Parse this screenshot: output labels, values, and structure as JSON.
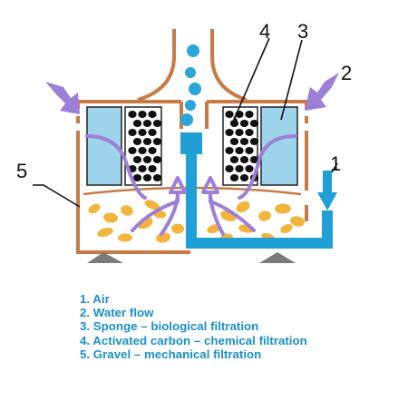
{
  "labels": [
    "1",
    "2",
    "3",
    "4",
    "5"
  ],
  "legend": [
    "1. Air",
    "2. Water flow",
    "3. Sponge – biological filtration",
    "4. Activated carbon – chemical filtration",
    "5. Gravel – mechanical filtration"
  ],
  "colors": {
    "housing": "#c87a45",
    "air": "#1f9fd6",
    "bubbles": "#2aa6d9",
    "water_flow": "#9c7fd6",
    "sponge": "#9ed3ec",
    "carbon": "#111111",
    "gravel": "#f2b43a",
    "base": "#7a7a7a",
    "legend_text": "#1a8fc9"
  }
}
